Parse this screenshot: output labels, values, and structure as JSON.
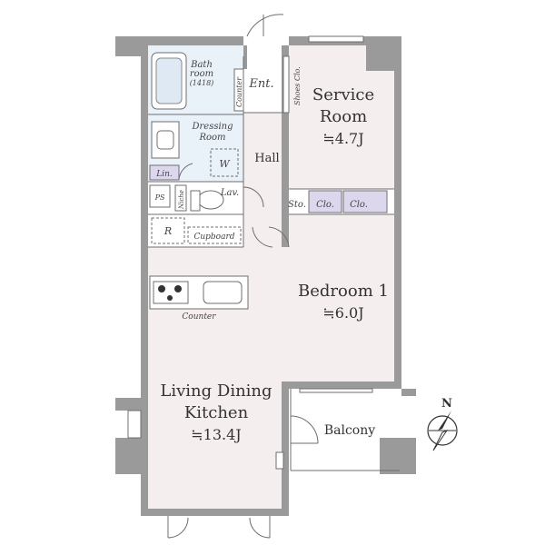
{
  "rooms": {
    "service_room": {
      "name_line1": "Service",
      "name_line2": "Room",
      "area": "≒4.7J"
    },
    "bedroom": {
      "name": "Bedroom 1",
      "area": "≒6.0J"
    },
    "ldk": {
      "name_line1": "Living Dining",
      "name_line2": "Kitchen",
      "area": "≒13.4J"
    },
    "bath": {
      "name_line1": "Bath",
      "name_line2": "room",
      "size": "(1418)"
    },
    "dressing": {
      "name_line1": "Dressing",
      "name_line2": "Room"
    },
    "hall": "Hall",
    "entrance": "Ent.",
    "balcony": "Balcony"
  },
  "fixtures": {
    "counter_top": "Counter",
    "shoes_closet": "Shoes Clo.",
    "washer": "W",
    "linen": "Lin.",
    "pipe_space": "PS",
    "niche": "Niche",
    "lavatory": "Lav.",
    "storage": "Sto.",
    "closet_1": "Clo.",
    "closet_2": "Clo.",
    "refrigerator": "R",
    "cupboard": "Cupboard",
    "kitchen_counter": "Counter"
  },
  "compass": {
    "label": "N"
  },
  "colors": {
    "room_fill": "#f4eeee",
    "wet_area_fill": "#e9f2f9",
    "closet_fill": "#dcd7ec",
    "wall": "#9a9a9a",
    "line": "#6f6f6f"
  }
}
